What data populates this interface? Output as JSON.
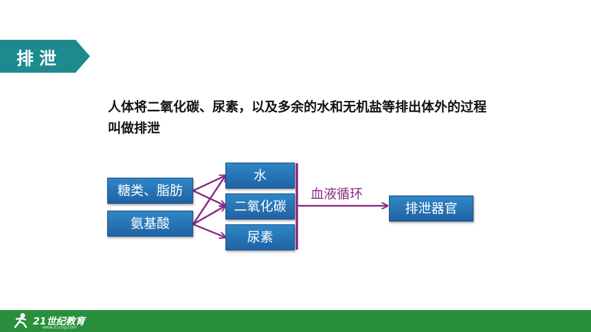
{
  "section_title": "排泄",
  "definition": "人体将二氧化碳、尿素，以及多余的水和无机盐等排出体外的过程叫做排泄",
  "diagram": {
    "sources": [
      "糖类、脂肪",
      "氨基酸"
    ],
    "products": [
      "水",
      "二氧化碳",
      "尿素"
    ],
    "flow_label": "血液循环",
    "destination": "排泄器官"
  },
  "footer": {
    "logo_text": "21世纪教育",
    "logo_subtext": "www.21cnjy.com"
  },
  "colors": {
    "title_bg": "#1d8a90",
    "box_blue": "#2672b8",
    "arrow_purple": "#8b2b84",
    "footer_green": "#2a8f3c"
  }
}
